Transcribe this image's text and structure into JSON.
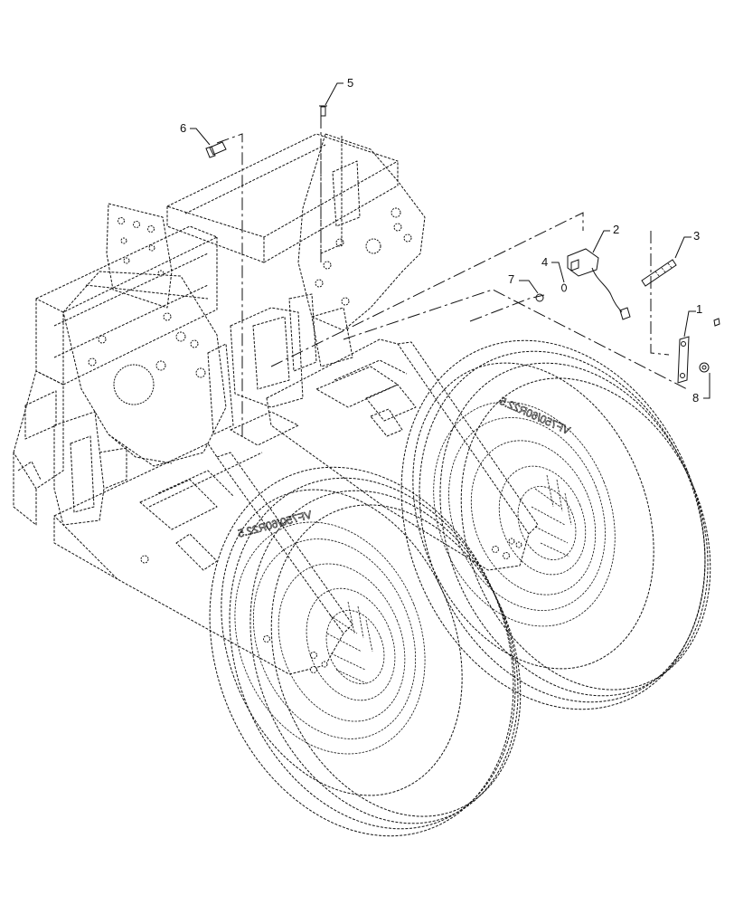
{
  "diagram": {
    "callouts": [
      {
        "id": "1",
        "label": "1"
      },
      {
        "id": "2",
        "label": "2"
      },
      {
        "id": "3",
        "label": "3"
      },
      {
        "id": "4",
        "label": "4"
      },
      {
        "id": "5",
        "label": "5"
      },
      {
        "id": "6",
        "label": "6"
      },
      {
        "id": "7",
        "label": "7"
      },
      {
        "id": "8",
        "label": "8"
      }
    ],
    "tire_front_label": "VF750/60R22.5",
    "tire_rear_label": "VF750/60R22.5"
  }
}
